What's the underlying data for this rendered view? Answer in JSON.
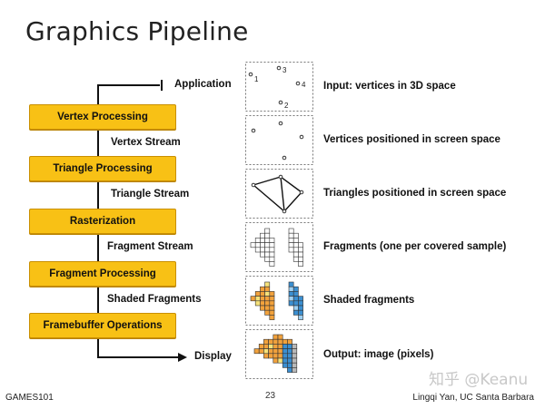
{
  "title": "Graphics Pipeline",
  "application_label": "Application",
  "display_label": "Display",
  "stages": [
    {
      "label": "Vertex Processing"
    },
    {
      "label": "Triangle Processing"
    },
    {
      "label": "Rasterization"
    },
    {
      "label": "Fragment Processing"
    },
    {
      "label": "Framebuffer Operations"
    }
  ],
  "streams": [
    {
      "label": "Vertex Stream"
    },
    {
      "label": "Triangle Stream"
    },
    {
      "label": "Fragment Stream"
    },
    {
      "label": "Shaded Fragments"
    }
  ],
  "panels": [
    {
      "description": "Input: vertices in 3D space",
      "vertex_labels": [
        "1",
        "3",
        "4",
        "2"
      ]
    },
    {
      "description": "Vertices positioned in screen space"
    },
    {
      "description": "Triangles positioned in screen space"
    },
    {
      "description": "Fragments (one per covered sample)"
    },
    {
      "description": "Shaded fragments"
    },
    {
      "description": "Output: image (pixels)"
    }
  ],
  "colors": {
    "stage_fill": "#f8c115",
    "stage_border": "#c98f00",
    "fragment_orange": "#f2a23c",
    "fragment_blue": "#3b8fd1",
    "fragment_gray": "#b8b8b8",
    "fragment_yellow": "#f6e27a"
  },
  "footer": {
    "left": "GAMES101",
    "page": "23",
    "right": "Lingqi Yan, UC Santa Barbara"
  },
  "watermark": "知乎 @Keanu"
}
